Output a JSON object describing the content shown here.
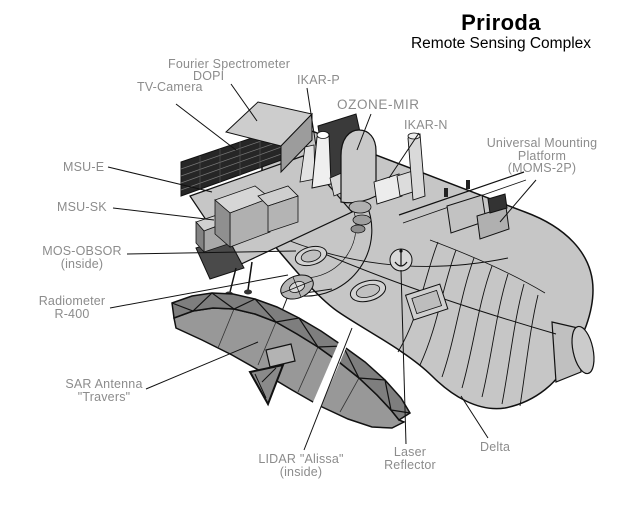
{
  "title": {
    "main": "Priroda",
    "subtitle": "Remote Sensing Complex"
  },
  "labels": {
    "fourier_line1": "Fourier Spectrometer",
    "fourier_line2": "DOPI",
    "tv_camera": "TV-Camera",
    "ikar_p": "IKAR-P",
    "ozone_mir": "OZONE-MIR",
    "ikar_n": "IKAR-N",
    "ump_line1": "Universal Mounting",
    "ump_line2": "Platform",
    "ump_line3": "(MOMS-2P)",
    "msu_e": "MSU-E",
    "msu_sk": "MSU-SK",
    "mos_obsor_line1": "MOS-OBSOR",
    "mos_obsor_line2": "(inside)",
    "radiometer_line1": "Radiometer",
    "radiometer_line2": "R-400",
    "sar_line1": "SAR Antenna",
    "sar_line2": "\"Travers\"",
    "lidar_line1": "LIDAR \"Alissa\"",
    "lidar_line2": "(inside)",
    "laser_line1": "Laser",
    "laser_line2": "Reflector",
    "delta": "Delta"
  },
  "colors": {
    "background": "#ffffff",
    "label_text": "#8c8c8c",
    "title_text": "#000000",
    "module_body": "#c6c6c6",
    "sar_antenna": "#989898",
    "dark_panels": "#262626",
    "outline": "#111111"
  }
}
